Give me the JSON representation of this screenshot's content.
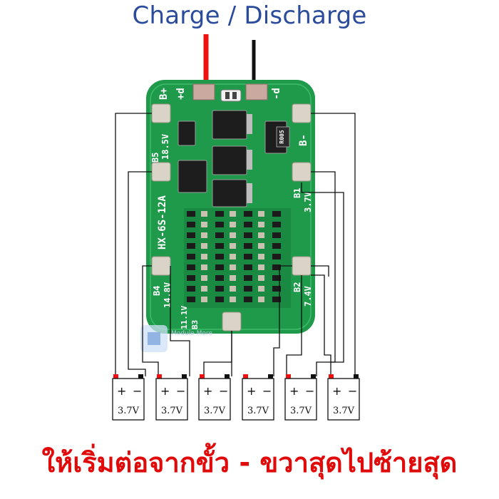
{
  "title": "Charge / Discharge",
  "footer": "ให้เริ่มต่อจากขั้ว - ขวาสุดไปซ้ายสุด",
  "board": {
    "model": "HX-6S-12A",
    "pads": {
      "b_plus": "B+",
      "b_minus": "B-",
      "b5": "B5",
      "b5_voltage": "18.5V",
      "b4": "B4",
      "b4_voltage": "14.8V",
      "b3": "B3",
      "b3_voltage": "11.1V",
      "b2": "B2",
      "b2_voltage": "7.4V",
      "b1": "B1",
      "b1_voltage": "3.7V",
      "p_plus": "+d",
      "p_minus": "-d"
    },
    "resistor": "R005",
    "watermark": "Module More"
  },
  "cells": [
    {
      "plus": "+",
      "minus": "−",
      "voltage": "3.7V"
    },
    {
      "plus": "+",
      "minus": "−",
      "voltage": "3.7V"
    },
    {
      "plus": "+",
      "minus": "−",
      "voltage": "3.7V"
    },
    {
      "plus": "+",
      "minus": "−",
      "voltage": "3.7V"
    },
    {
      "plus": "+",
      "minus": "−",
      "voltage": "3.7V"
    },
    {
      "plus": "+",
      "minus": "−",
      "voltage": "3.7V"
    }
  ],
  "colors": {
    "title": "#2b4b9c",
    "footer": "#e10a0a",
    "pcb": "#1f9a4a",
    "pcb_dark": "#127a38",
    "wire_red": "#ee1111",
    "wire_black": "#111111"
  }
}
